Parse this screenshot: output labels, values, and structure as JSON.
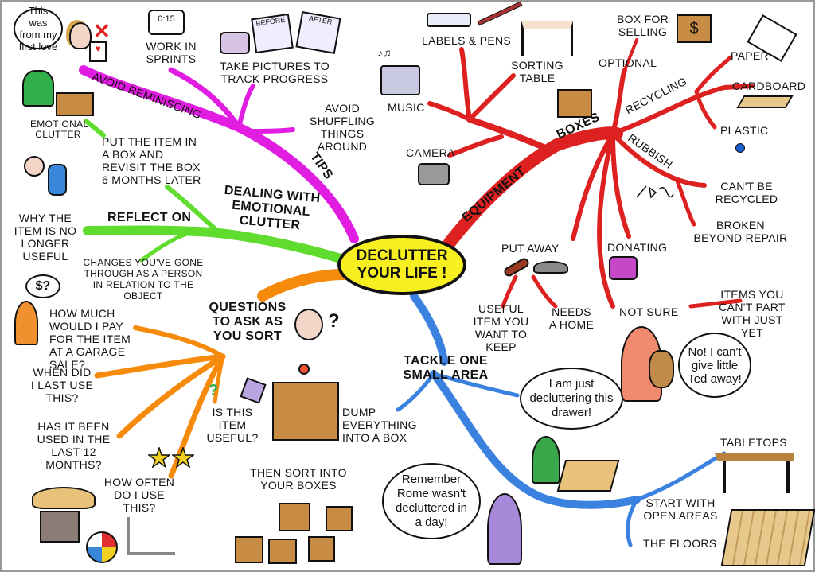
{
  "center": {
    "line1": "DECLUTTER",
    "line2": "YOUR LIFE !"
  },
  "tips": {
    "label": "TIPS",
    "avoid_reminiscing": "AVOID REMINISCING",
    "work": "WORK IN SPRINTS",
    "pictures": "TAKE PICTURES TO TRACK PROGRESS",
    "before": "BEFORE",
    "after": "AFTER",
    "timer": "0:15",
    "shuffling": "AVOID SHUFFLING THINGS AROUND",
    "bubble": "This was from my first love"
  },
  "emotional": {
    "label": "DEALING WITH EMOTIONAL CLUTTER",
    "emotional_clutter": "EMOTIONAL CLUTTER",
    "put_item": "PUT THE ITEM IN A BOX AND REVISIT THE BOX 6 MONTHS LATER",
    "reflect": "REFLECT ON",
    "why": "WHY THE ITEM IS NO LONGER USEFUL",
    "changes": "CHANGES YOU'VE GONE THROUGH AS A PERSON IN RELATION TO THE OBJECT"
  },
  "questions": {
    "label": "QUESTIONS TO ASK AS YOU SORT",
    "q_mark": "?",
    "how_much": "HOW MUCH WOULD I PAY FOR THE ITEM AT A GARAGE SALE?",
    "dollar": "$?",
    "when": "WHEN DID I LAST USE THIS?",
    "has_it": "HAS IT BEEN USED IN THE LAST 12 MONTHS?",
    "useful": "IS THIS ITEM USEFUL?",
    "how_often": "HOW OFTEN DO I USE THIS?"
  },
  "tackle": {
    "label": "TACKLE ONE SMALL AREA",
    "dump": "DUMP EVERYTHING INTO A BOX",
    "sort": "THEN SORT INTO YOUR BOXES",
    "drawer_bubble": "I am just decluttering this drawer!",
    "rome_bubble": "Remember Rome wasn't decluttered in a day!",
    "open": "START WITH OPEN AREAS",
    "tabletops": "TABLETOPS",
    "floors": "THE FLOORS"
  },
  "equipment": {
    "label": "EQUIPMENT",
    "labels_pens": "LABELS & PENS",
    "sorting_table": "SORTING TABLE",
    "music": "MUSIC",
    "camera": "CAMERA",
    "boxes": "BOXES",
    "optional": "OPTIONAL",
    "box_selling": "BOX FOR SELLING",
    "dollar": "$",
    "recycling": "RECYCLING",
    "paper": "PAPER",
    "cardboard": "CARDBOARD",
    "plastic": "PLASTIC",
    "rubbish": "RUBBISH",
    "cant": "CAN'T BE RECYCLED",
    "broken": "BROKEN BEYOND REPAIR",
    "donating": "DONATING",
    "put_away": "PUT AWAY",
    "useful_keep": "USEFUL ITEM YOU WANT TO KEEP",
    "needs_home": "NEEDS A HOME",
    "not_sure": "NOT SURE",
    "items_cant": "ITEMS YOU CAN'T PART WITH JUST YET",
    "ted_bubble": "No! I can't give little Ted away!"
  },
  "colors": {
    "tips": "#e21de2",
    "emotional": "#5fdc2e",
    "questions": "#f58a0b",
    "tackle": "#3b82e0",
    "equipment": "#dd2020",
    "center": "#f7ef1f"
  }
}
